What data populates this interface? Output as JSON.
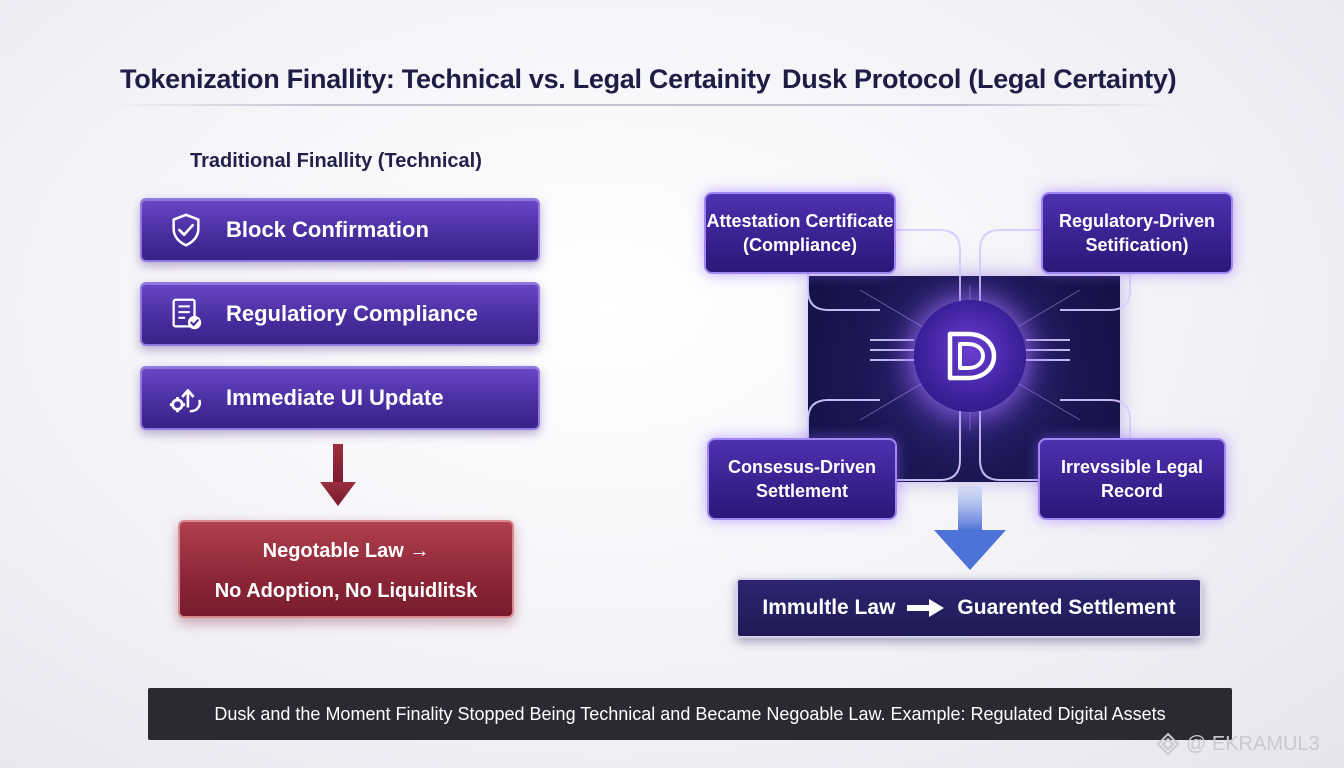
{
  "title_left": "Tokenization Finallity: Technical vs. Legal Certainity",
  "title_right": "Dusk Protocol (Legal Certainty)",
  "left_panel": {
    "subtitle": "Traditional Finallity (Technical)",
    "items": [
      {
        "label": "Block Confirmation",
        "icon": "shield-check-icon"
      },
      {
        "label": "Regulatiory Compliance",
        "icon": "document-check-icon"
      },
      {
        "label": "Immediate UI Update",
        "icon": "gear-refresh-icon"
      }
    ],
    "outcome_line1": "Negotable Law",
    "outcome_line2": "No Adoption, No Liquidlitsk"
  },
  "right_panel": {
    "nodes": [
      {
        "line1": "Attestation Certificate",
        "line2": "(Compliance)"
      },
      {
        "line1": "Regulatory-Driven",
        "line2": "Setification)"
      },
      {
        "line1": "Consesus-Driven",
        "line2": "Settlement"
      },
      {
        "line1": "Irrevssible Legal",
        "line2": "Record"
      }
    ],
    "logo_icon": "dusk-logo-icon",
    "result_left": "Immultle Law",
    "result_right": "Guarented Settlement"
  },
  "footer": "Dusk and the Moment Finality Stopped Being Technical and Became Negoable Law. Example: Regulated Digital Assets",
  "watermark": "@ EKRAMUL3",
  "colors": {
    "primary_purple": "#4a2ea0",
    "negative_red": "#8c2637",
    "dark_navy": "#201a55",
    "footer_bg": "#2a2a32"
  }
}
